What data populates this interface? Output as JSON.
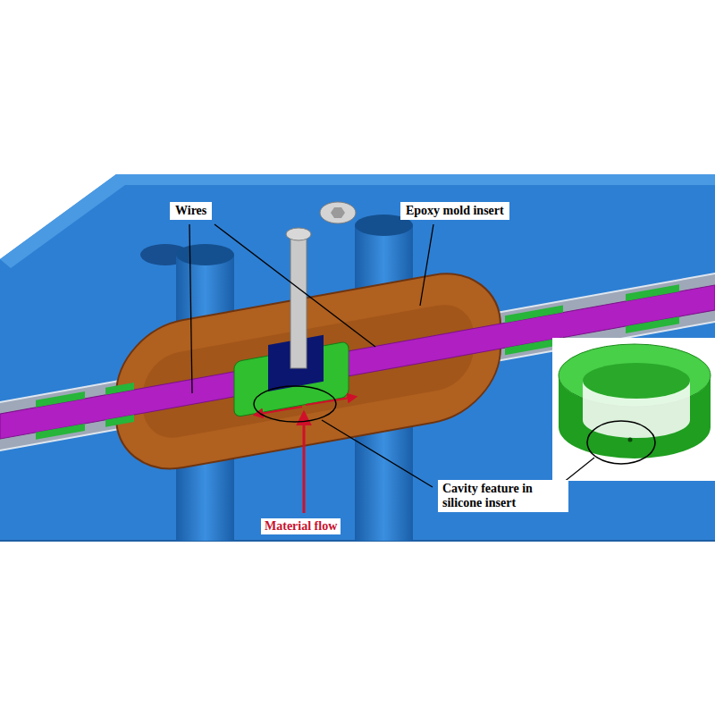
{
  "diagram": {
    "labels": [
      "Wires",
      "Epoxy mold insert",
      "Cavity feature in silicone insert",
      "Material flow"
    ]
  }
}
